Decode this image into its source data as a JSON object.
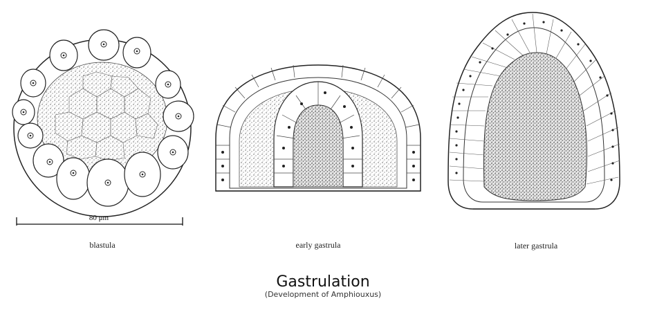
{
  "diagram": {
    "stages": [
      {
        "label": "blastula"
      },
      {
        "label": "early gastrula"
      },
      {
        "label": "later gastrula"
      }
    ],
    "scale_bar": {
      "label": "80 μm"
    },
    "title": "Gastrulation",
    "subtitle": "(Development of Amphiouxus)"
  }
}
